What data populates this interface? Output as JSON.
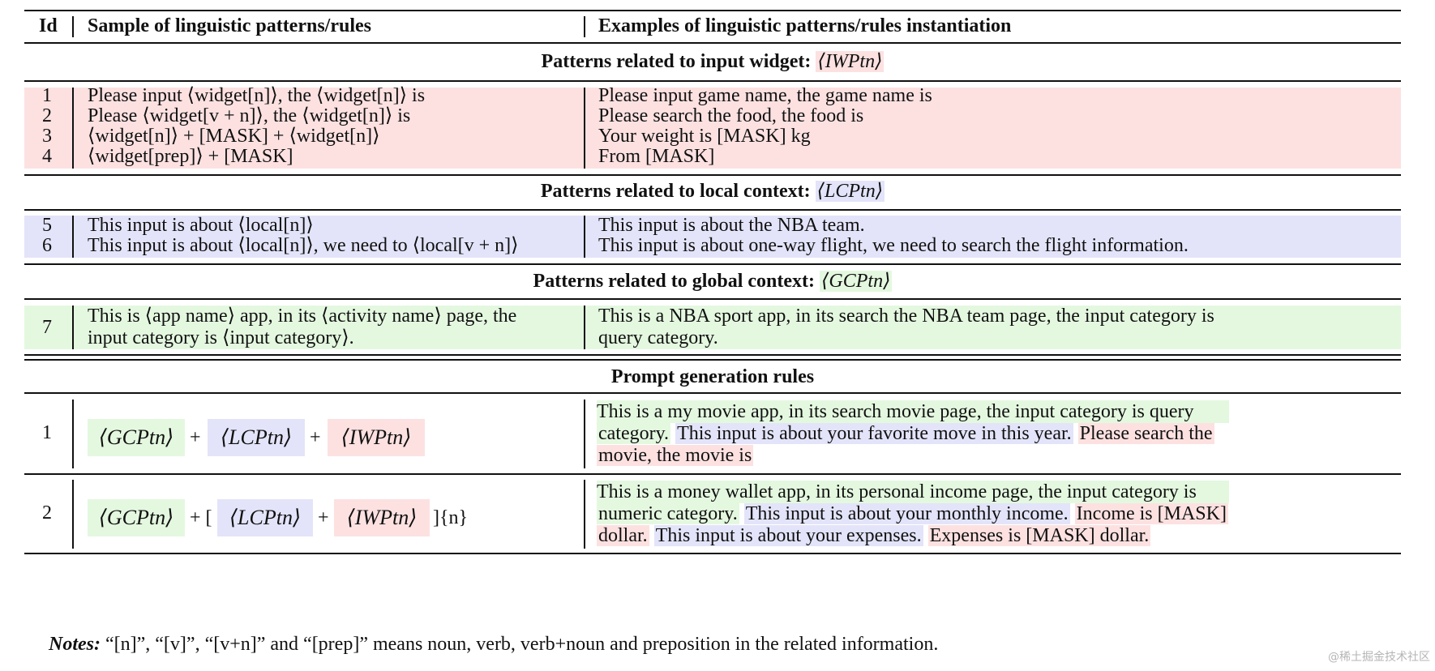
{
  "header": {
    "id": "Id",
    "sample": "Sample of linguistic patterns/rules",
    "example": "Examples of linguistic patterns/rules instantiation"
  },
  "sections": {
    "iw_title": "Patterns related to input widget: ",
    "iw_sym": "⟨IWPtn⟩",
    "lc_title": "Patterns related to local context: ",
    "lc_sym": "⟨LCPtn⟩",
    "gc_title": "Patterns related to global context: ",
    "gc_sym": "⟨GCPtn⟩",
    "prompt_title": "Prompt generation rules"
  },
  "rows": [
    {
      "id": "1",
      "pattern": "Please input ⟨widget[n]⟩, the ⟨widget[n]⟩ is",
      "example": "Please input game name, the game name is"
    },
    {
      "id": "2",
      "pattern": "Please ⟨widget[v + n]⟩, the ⟨widget[n]⟩ is",
      "example": "Please search the food, the food is"
    },
    {
      "id": "3",
      "pattern": "⟨widget[n]⟩ + [MASK] + ⟨widget[n]⟩",
      "example": "Your weight is [MASK] kg"
    },
    {
      "id": "4",
      "pattern": "⟨widget[prep]⟩ + [MASK]",
      "example": "From [MASK]"
    },
    {
      "id": "5",
      "pattern": "This input is about ⟨local[n]⟩",
      "example": "This input is about the NBA team."
    },
    {
      "id": "6",
      "pattern": "This input is about ⟨local[n]⟩, we need to ⟨local[v + n]⟩",
      "example": "This input is about one-way flight, we need to search the flight information."
    },
    {
      "id": "7",
      "pattern_l1": "This is ⟨app name⟩ app, in its ⟨activity name⟩ page, the",
      "pattern_l2": "input category is ⟨input category⟩.",
      "example_l1": "This is a NBA sport app, in its search the NBA team page, the input category is",
      "example_l2": "query category."
    }
  ],
  "prompt_rules": [
    {
      "id": "1",
      "gc": "⟨GCPtn⟩",
      "plus1": "+",
      "lc": "⟨LCPtn⟩",
      "plus2": "+",
      "iw": "⟨IWPtn⟩",
      "ex_l1": "This is a my movie app, in its search movie page, the input category is query",
      "ex_l2a": "category.",
      "ex_l2b": "This input is about your favorite move in this year.",
      "ex_l2c": "Please search the",
      "ex_l3": "movie, the movie is"
    },
    {
      "id": "2",
      "gc": "⟨GCPtn⟩",
      "plus1": "+ [",
      "lc": "⟨LCPtn⟩",
      "plus2": "+",
      "iw": "⟨IWPtn⟩",
      "tail": "]{n}",
      "ex_l1": "This is a money wallet app, in its personal income page, the input category is",
      "ex_l2a": "numeric category.",
      "ex_l2b": "This input is about your monthly income.",
      "ex_l2c": "Income is [MASK]",
      "ex_l3a": "dollar.",
      "ex_l3b": "This input is about your expenses.",
      "ex_l3c": "Expenses is [MASK] dollar."
    }
  ],
  "notes": {
    "label": "Notes:",
    "text": " “[n]”, “[v]”, “[v+n]” and “[prep]” means noun, verb, verb+noun and preposition in the related information."
  },
  "watermark": "@稀土掘金技术社区",
  "colors": {
    "pink": "#fde1e1",
    "blue": "#e3e4f9",
    "green": "#e4f8e0"
  }
}
